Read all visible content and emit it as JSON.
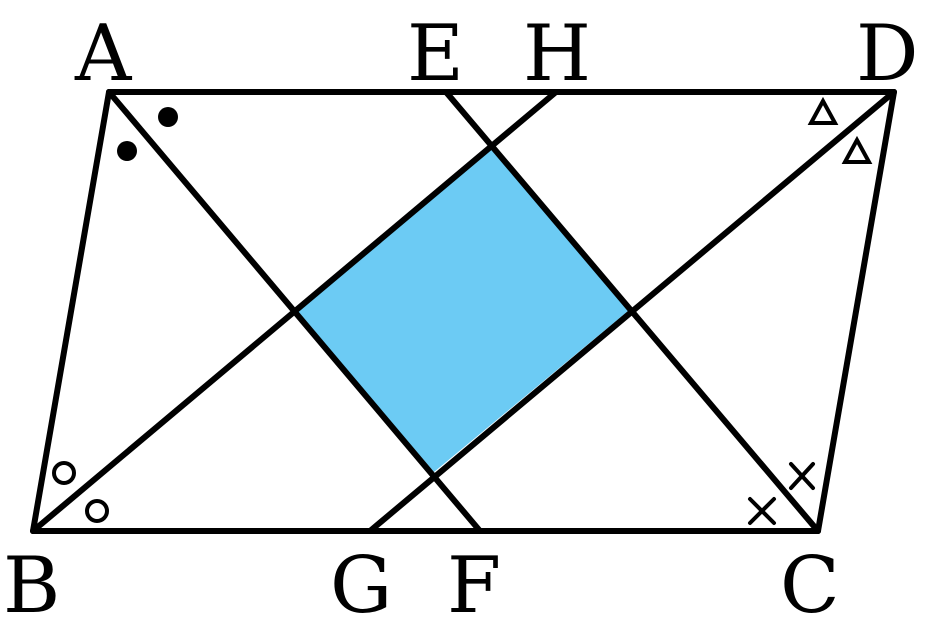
{
  "labels": {
    "A": "A",
    "E": "E",
    "H": "H",
    "D": "D",
    "B": "B",
    "G": "G",
    "F": "F",
    "C": "C"
  },
  "colors": {
    "fill": "#6CCBF4",
    "stroke": "#000000"
  }
}
